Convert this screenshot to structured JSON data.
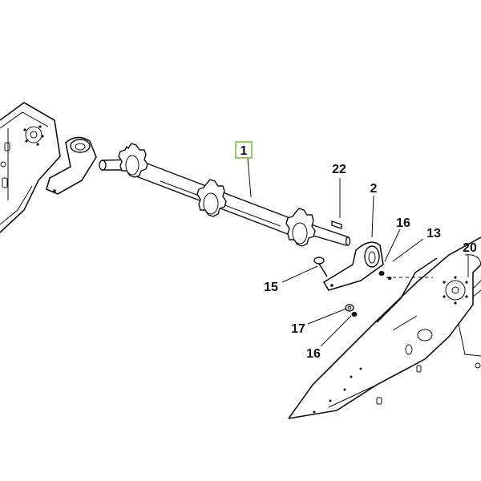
{
  "diagram": {
    "highlight_color": "#7dc242",
    "callouts": [
      {
        "id": "c1",
        "text": "1",
        "highlighted": true
      },
      {
        "id": "c22",
        "text": "22",
        "highlighted": false
      },
      {
        "id": "c2",
        "text": "2",
        "highlighted": false
      },
      {
        "id": "c16a",
        "text": "16",
        "highlighted": false
      },
      {
        "id": "c13",
        "text": "13",
        "highlighted": false
      },
      {
        "id": "c20",
        "text": "20",
        "highlighted": false
      },
      {
        "id": "c15",
        "text": "15",
        "highlighted": false
      },
      {
        "id": "c17",
        "text": "17",
        "highlighted": false
      },
      {
        "id": "c16b",
        "text": "16",
        "highlighted": false
      }
    ]
  }
}
